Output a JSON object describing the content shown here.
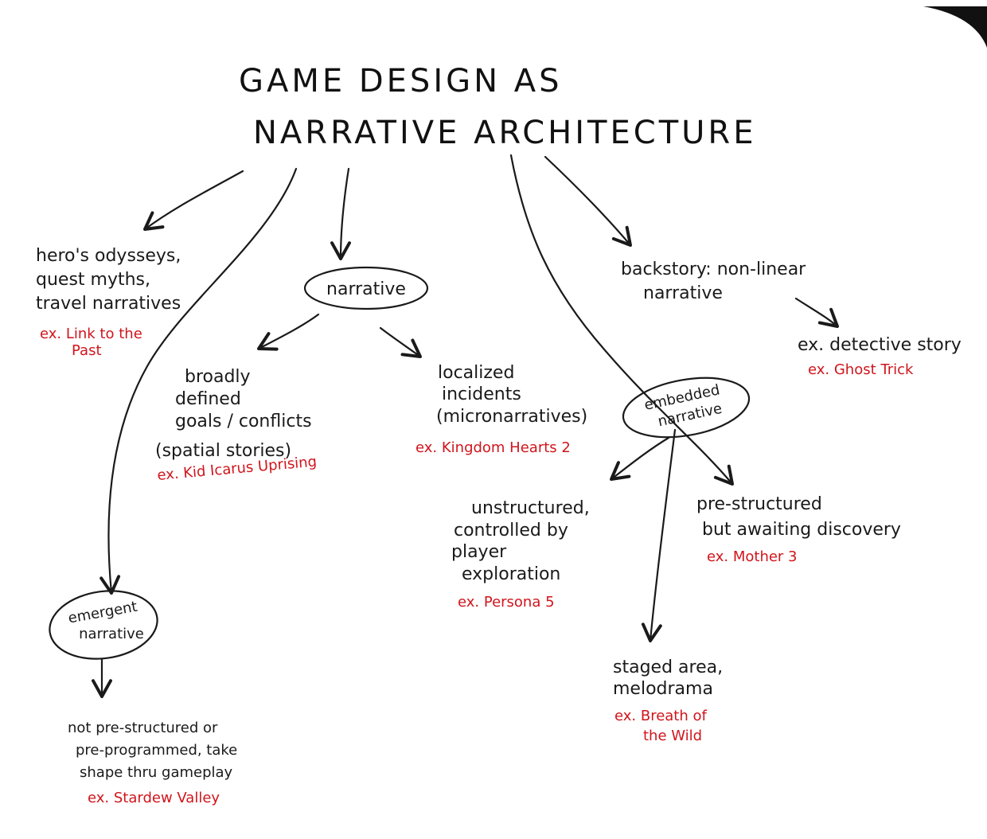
{
  "title": {
    "line1": "GAME DESIGN AS",
    "line2": "NARRATIVE ARCHITECTURE"
  },
  "nodes": {
    "hero": {
      "lines": [
        "hero's odysseys,",
        "quest myths,",
        "travel narratives"
      ],
      "example": [
        "ex. Link to the",
        "Past"
      ]
    },
    "narrative_center": {
      "label": "narrative"
    },
    "spatial": {
      "lines": [
        "broadly",
        "defined",
        "goals / conflicts",
        "(spatial stories)"
      ],
      "example": "ex. Kid Icarus Uprising"
    },
    "localized": {
      "lines": [
        "localized",
        "incidents",
        "(micronarratives)"
      ],
      "example": "ex. Kingdom Hearts 2"
    },
    "backstory": {
      "lines": [
        "backstory: non-linear",
        "narrative"
      ]
    },
    "detective": {
      "label": "ex. detective story",
      "example": "ex. Ghost Trick"
    },
    "embedded": {
      "lines": [
        "embedded",
        "narrative"
      ]
    },
    "unstructured": {
      "lines": [
        "unstructured,",
        "controlled by",
        "player",
        "exploration"
      ],
      "example": "ex. Persona 5"
    },
    "prestructured": {
      "lines": [
        "pre-structured",
        "but awaiting discovery"
      ],
      "example": "ex. Mother 3"
    },
    "staged": {
      "lines": [
        "staged area,",
        "melodrama"
      ],
      "example": [
        "ex. Breath of",
        "the Wild"
      ]
    },
    "emergent": {
      "lines": [
        "emergent",
        "narrative"
      ]
    },
    "notpre": {
      "lines": [
        "not pre-structured or",
        "pre-programmed, take",
        "shape thru gameplay"
      ],
      "example": "ex. Stardew Valley"
    }
  }
}
